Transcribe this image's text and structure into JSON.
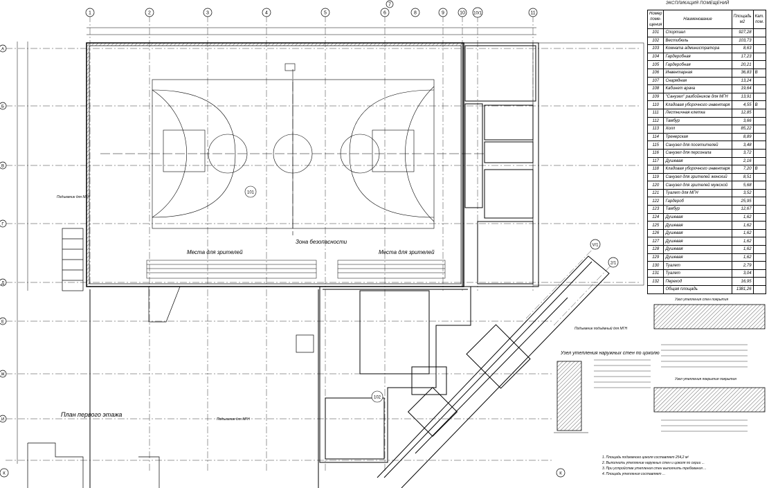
{
  "drawing": {
    "plan_title": "План первого этажа",
    "zone_safety": "Зона безопасности",
    "seats_left": "Места для зрителей",
    "seats_right": "Места для зрителей",
    "wall_node_title": "Узел утепления наружных стен по цоколю",
    "wall_node_sub": "Узел утепления стен покрытия",
    "wall_node_sub2": "Узел утепления покрытия покрытия",
    "hall_room_no": "101",
    "lobby_room_no": "102",
    "annotations": [
      "Подъемник для МГН",
      "Подъемник для МГН",
      "Подъемник подъёмный для МГН"
    ],
    "notes": [
      "1. Площадь подземного цоколя составляет 254,2 м²",
      "2. Выполнить утепление наружных стен и цоколя по серии ...",
      "3. При устройстве утепления стен выполнить требования ...",
      "4. Площадь утепления составляет ..."
    ]
  },
  "axes": {
    "top": [
      "1",
      "2",
      "3",
      "4",
      "5",
      "6",
      "7",
      "8",
      "9",
      "10",
      "10/1",
      "11"
    ],
    "left": [
      "А",
      "Б",
      "В",
      "Г",
      "Д",
      "Е",
      "Ж",
      "И",
      "К"
    ],
    "diag": [
      "V/1",
      "2/1"
    ]
  },
  "explication": {
    "title": "ЭКСПЛИКАЦИЯ ПОМЕЩЕНИЙ",
    "headers": [
      "Номер поме- щения",
      "Наименование",
      "Площадь м2",
      "Кат. пом."
    ],
    "rows": [
      [
        "101",
        "Спортзал",
        "927,28",
        ""
      ],
      [
        "102",
        "Вестибюль",
        "103,73",
        ""
      ],
      [
        "103",
        "Комната администратора",
        "8,63",
        ""
      ],
      [
        "104",
        "Гардеробная",
        "17,23",
        ""
      ],
      [
        "105",
        "Гардеробная",
        "20,21",
        ""
      ],
      [
        "106",
        "Инвентарная",
        "36,83",
        "В"
      ],
      [
        "107",
        "Снарядная",
        "13,24",
        ""
      ],
      [
        "108",
        "Кабинет врача",
        "19,64",
        ""
      ],
      [
        "109",
        "\"Санузел\" разбойников для МГН",
        "13,91",
        ""
      ],
      [
        "110",
        "Кладовая уборочного инвентаря",
        "4,55",
        "В"
      ],
      [
        "111",
        "Лестничная клетка",
        "12,85",
        ""
      ],
      [
        "112",
        "Тамбур",
        "3,66",
        ""
      ],
      [
        "113",
        "Холл",
        "85,22",
        ""
      ],
      [
        "114",
        "Тренерская",
        "8,89",
        ""
      ],
      [
        "115",
        "Санузел для посетителей",
        "3,48",
        ""
      ],
      [
        "116",
        "Санузел для персонала",
        "3,72",
        ""
      ],
      [
        "117",
        "Душевая",
        "2,16",
        ""
      ],
      [
        "118",
        "Кладовая уборочного инвентаря",
        "7,20",
        "В"
      ],
      [
        "119",
        "Санузел для зрителей женский",
        "8,51",
        ""
      ],
      [
        "120",
        "Санузел для зрителей мужской",
        "5,68",
        ""
      ],
      [
        "121",
        "Туалет для МГН",
        "3,52",
        ""
      ],
      [
        "122",
        "Гардероб",
        "25,95",
        ""
      ],
      [
        "123",
        "Тамбур",
        "12,67",
        ""
      ],
      [
        "124",
        "Душевая",
        "1,62",
        ""
      ],
      [
        "125",
        "Душевая",
        "1,62",
        ""
      ],
      [
        "126",
        "Душевая",
        "1,62",
        ""
      ],
      [
        "127",
        "Душевая",
        "1,62",
        ""
      ],
      [
        "128",
        "Душевая",
        "1,62",
        ""
      ],
      [
        "129",
        "Душевая",
        "1,62",
        ""
      ],
      [
        "130",
        "Туалет",
        "2,79",
        ""
      ],
      [
        "131",
        "Туалет",
        "3,04",
        ""
      ],
      [
        "132",
        "Переход",
        "16,95",
        ""
      ],
      [
        "",
        "Общая площадь",
        "1381,26",
        ""
      ]
    ]
  }
}
